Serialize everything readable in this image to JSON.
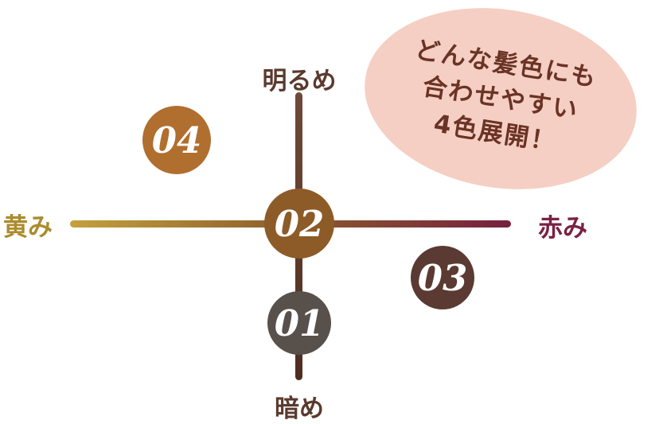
{
  "page": {
    "background": "#ffffff"
  },
  "bubble": {
    "background": "#f5cfc4",
    "text_color": "#6a3325",
    "lines": [
      "どんな髪色にも",
      "合わせやすい",
      "4色展開！"
    ]
  },
  "axes": {
    "vertical": {
      "top_label": "明るめ",
      "bottom_label": "暗め",
      "label_color": "#5b3a2e",
      "line_top_color": "#6f4a3a",
      "line_bottom_color": "#4e2d20"
    },
    "horizontal": {
      "left_label": "黄み",
      "right_label": "赤み",
      "left_label_color": "#ab8b2d",
      "right_label_color": "#7a2144",
      "line_left_color": "#c4a13c",
      "line_mid_color": "#8a5a2c",
      "line_right_color": "#77203f"
    }
  },
  "points": [
    {
      "label": "04",
      "color": "#b06f2e",
      "tone": "yellowish",
      "brightness": "brighter"
    },
    {
      "label": "02",
      "color": "#8d5b27",
      "tone": "neutral",
      "brightness": "medium"
    },
    {
      "label": "03",
      "color": "#5a3a32",
      "tone": "reddish",
      "brightness": "darker"
    },
    {
      "label": "01",
      "color": "#58504a",
      "tone": "neutral",
      "brightness": "darkest"
    }
  ]
}
